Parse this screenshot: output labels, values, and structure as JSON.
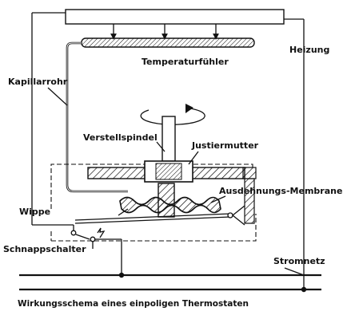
{
  "labels": {
    "heizung": "Heizung",
    "temperaturfuehler": "Temperaturfühler",
    "kapillarrohr": "Kapillarrohr",
    "verstellspindel": "Verstellspindel",
    "justiermutter": "Justiermutter",
    "ausdehnungs_membrane": "Ausdehnungs-Membrane",
    "wippe": "Wippe",
    "schnappschalter": "Schnappschalter",
    "stromnetz": "Stromnetz"
  },
  "caption": "Wirkungsschema eines einpoligen Thermostaten"
}
